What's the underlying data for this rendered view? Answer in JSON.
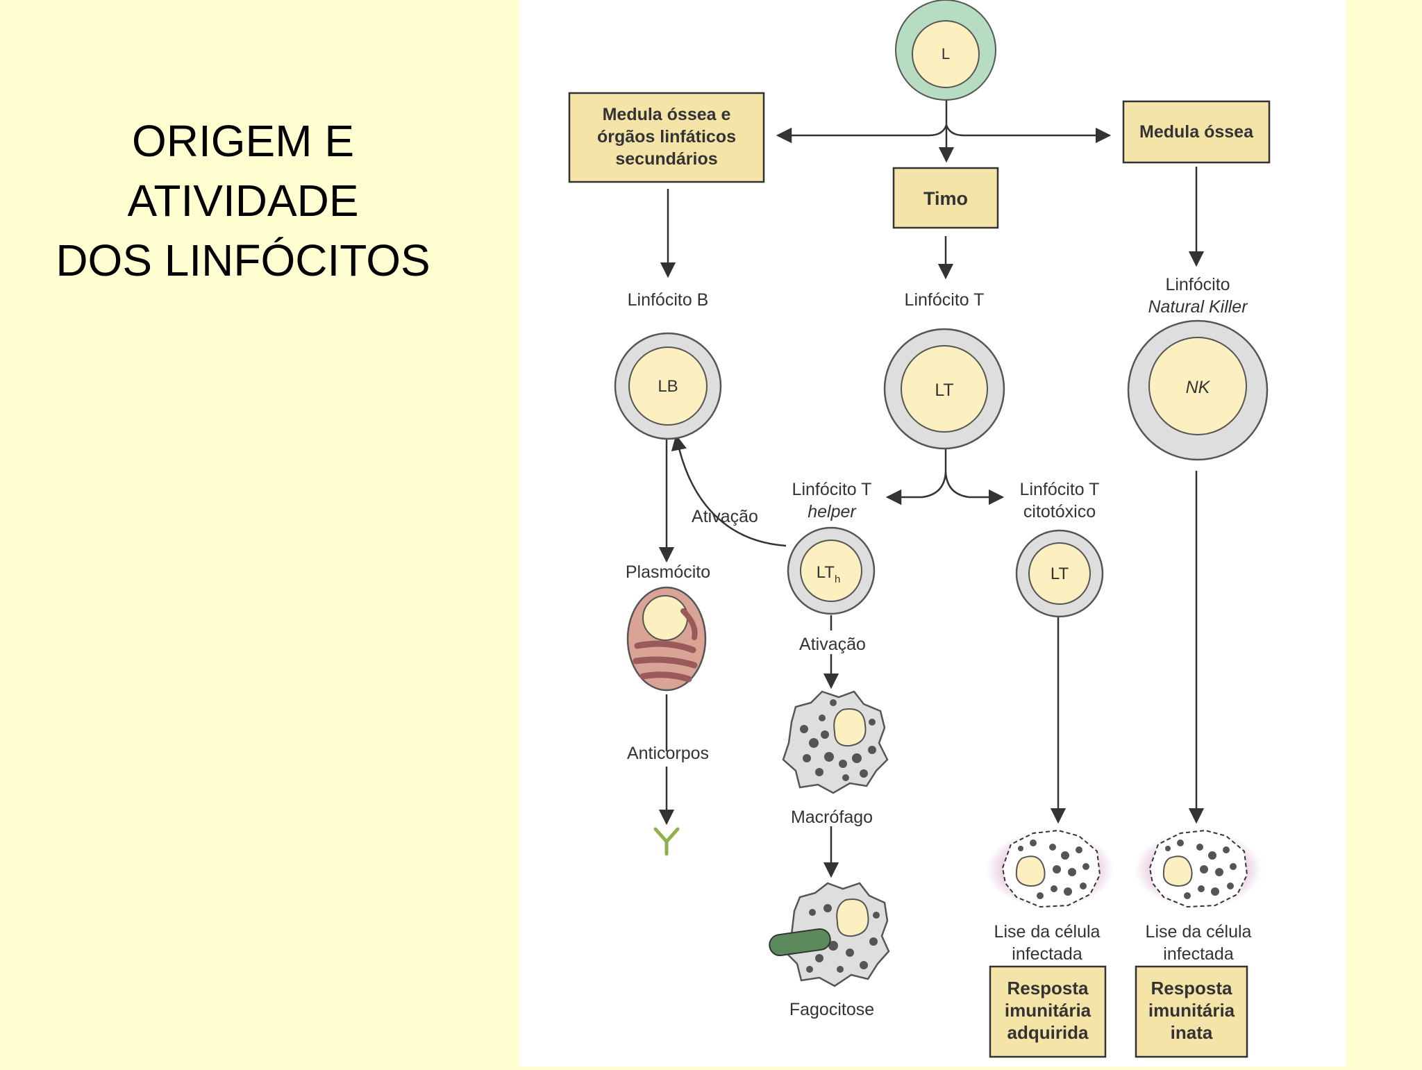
{
  "slide": {
    "title_lines": [
      "ORIGEM E",
      "ATIVIDADE",
      "DOS LINFÓCITOS"
    ]
  },
  "diagram": {
    "top_cell": "L",
    "box_left": [
      "Medula óssea e",
      "órgãos linfáticos",
      "secundários"
    ],
    "box_center": "Timo",
    "box_right": "Medula óssea",
    "lymph_b": "Linfócito B",
    "lymph_t": "Linfócito T",
    "lymph_nk": [
      "Linfócito",
      "Natural Killer"
    ],
    "cell_lb": "LB",
    "cell_lt": "LT",
    "cell_nk": "NK",
    "th_label": [
      "Linfócito T",
      "helper"
    ],
    "tc_label": [
      "Linfócito T",
      "citotóxico"
    ],
    "cell_th": "LT",
    "cell_th_sub": "h",
    "cell_tc": "LT",
    "activation": "Ativação",
    "plasmocyte": "Plasmócito",
    "antibodies": "Anticorpos",
    "macrophage": "Macrófago",
    "phagocytosis": "Fagocitose",
    "lysis_1": [
      "Lise da célula",
      "infectada"
    ],
    "lysis_2": [
      "Lise da célula",
      "infectada"
    ],
    "response_acquired": [
      "Resposta",
      "imunitária",
      "adquirida"
    ],
    "response_innate": [
      "Resposta",
      "imunitária",
      "inata"
    ]
  },
  "colors": {
    "background": "#ffffd2",
    "panel": "#ffffff",
    "box_fill": "#f5e4a8",
    "nucleus": "#fcefc0",
    "cell_ring": "#dedede",
    "top_cell_ring": "#b6dcc2",
    "plasmocyte": "#d9a496",
    "er": "#9b5a5a",
    "lysis_glow": "#d7a9c9",
    "bacterium": "#5d8a5d",
    "antibody": "#8fb04c"
  }
}
